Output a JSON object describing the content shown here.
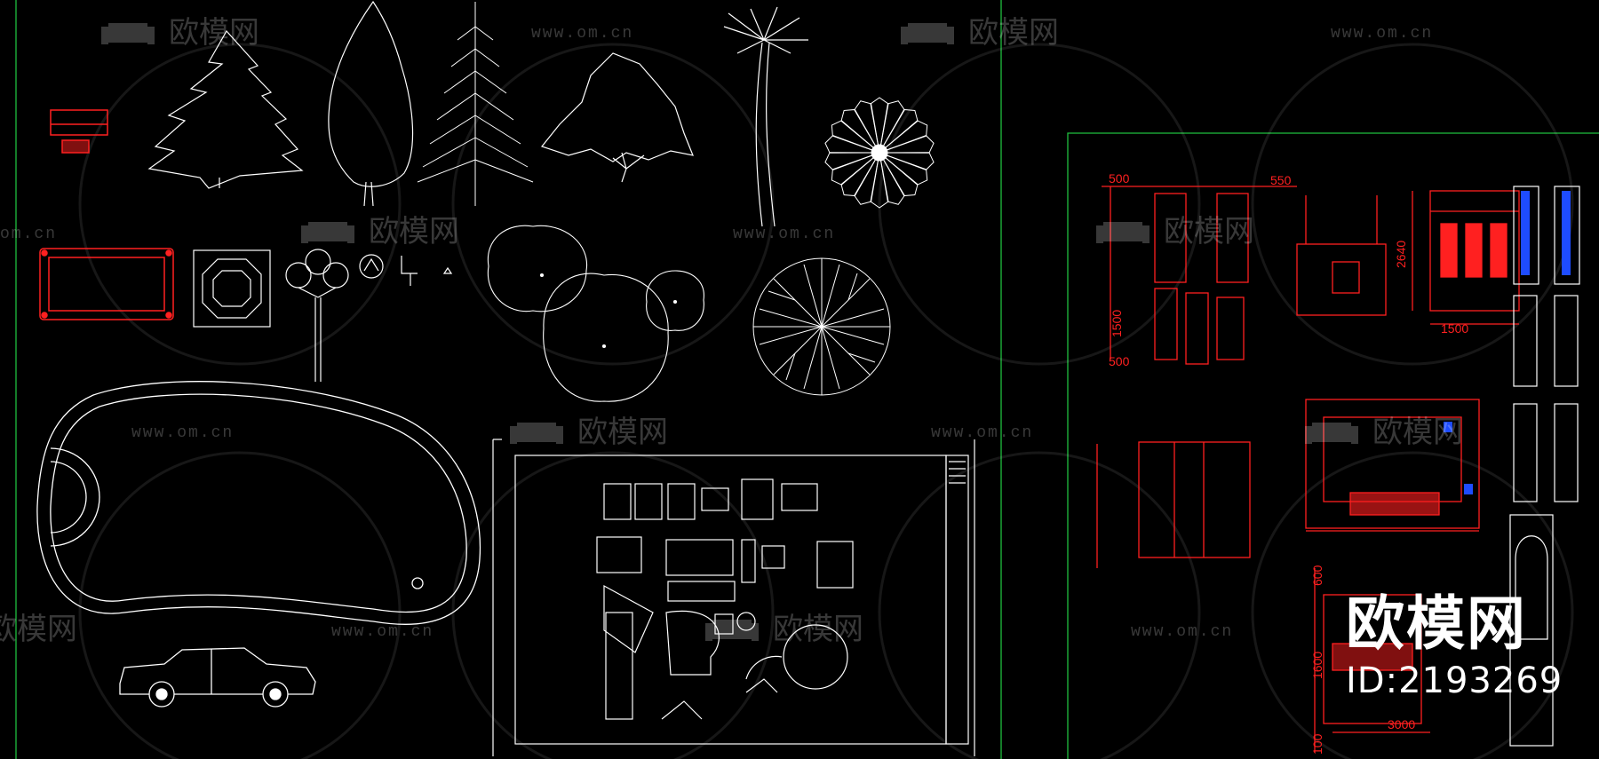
{
  "watermark": {
    "brand": "欧模网",
    "url": "www.om.cn",
    "partial_url": "om.cn",
    "partial_brand": "欧模网"
  },
  "dimensions": {
    "d500_top": "500",
    "d550": "550",
    "d2640": "2640",
    "d1500_h": "1500",
    "d1500_v": "1500",
    "d500_bottom": "500",
    "d600": "600",
    "d1600": "1600",
    "d3000": "3000",
    "d100": "100"
  },
  "brand_overlay": {
    "logo": "欧模网",
    "id": "ID:2193269"
  },
  "colors": {
    "background": "#000000",
    "linework": "#ffffff",
    "annotation": "#ff2020",
    "frame": "#1fbf3f",
    "accent": "#1e4cff"
  }
}
